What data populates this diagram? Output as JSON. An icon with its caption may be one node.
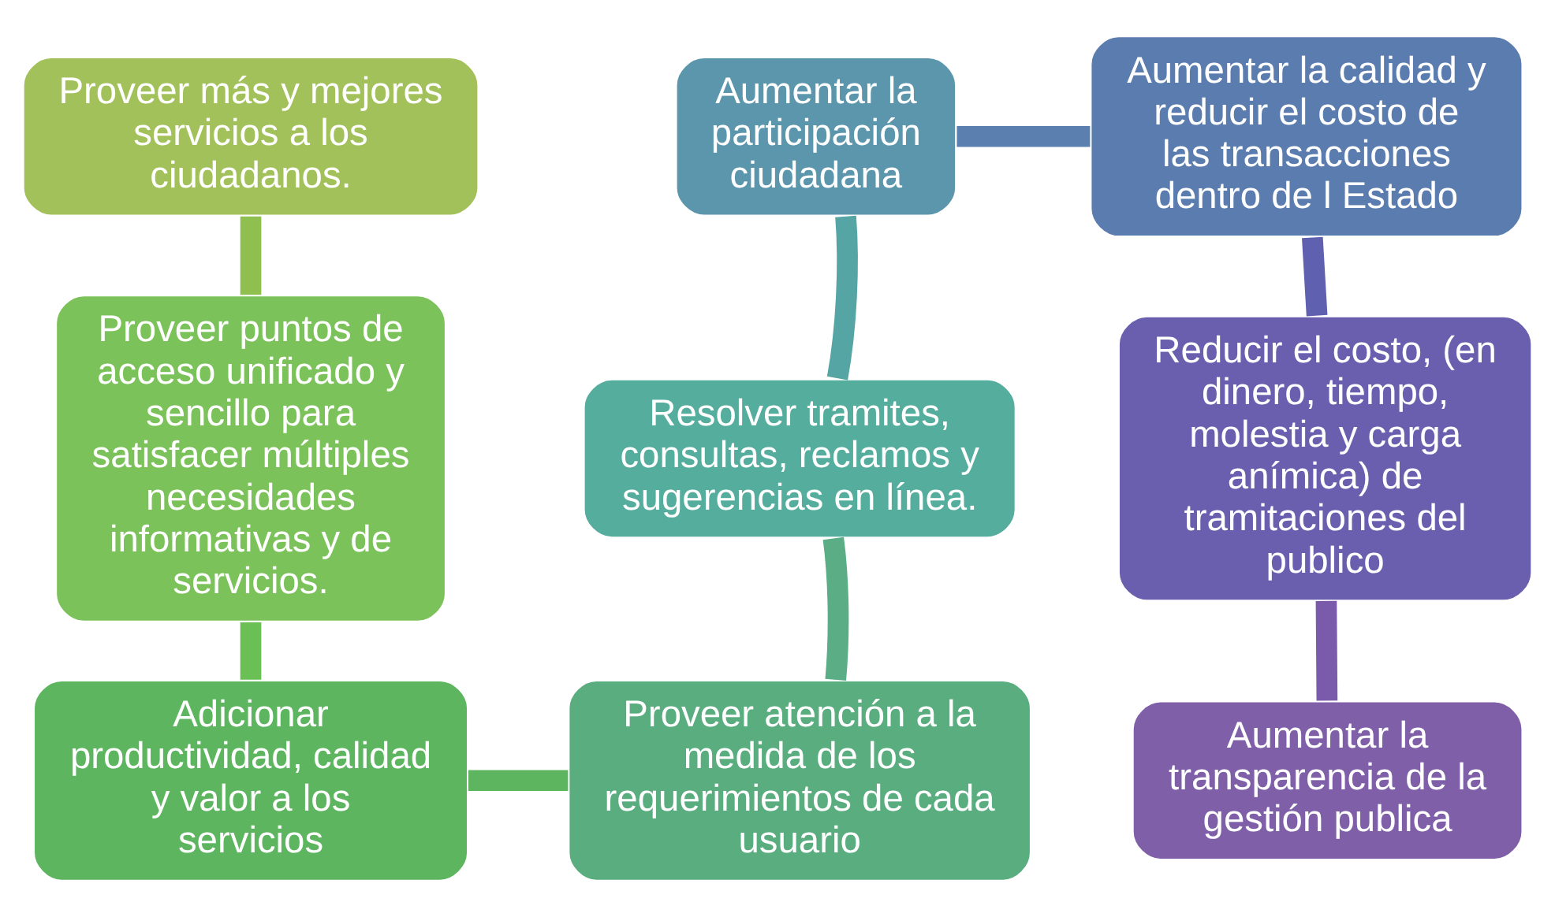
{
  "diagram": {
    "nodes": [
      {
        "text": [
          "Proveer más y mejores servicios a los ciudadanos."
        ]
      },
      {
        "text": [
          "Proveer puntos de acceso unificado y sencillo para satisfacer múltiples necesidades informativas y de servicios."
        ]
      },
      {
        "text": [
          "Adicionar productividad, calidad y valor a los servicios"
        ]
      },
      {
        "text": [
          "Proveer atención a la medida de los requerimientos de cada usuario"
        ]
      },
      {
        "text": [
          "Resolver tramites, consultas, reclamos y sugerencias en línea."
        ]
      },
      {
        "text": [
          "Aumentar la participación ciudadana"
        ]
      },
      {
        "text": [
          "Aumentar la calidad y reducir el costo de las transacciones dentro de l Estado"
        ]
      },
      {
        "text": [
          "Reducir el costo, (en dinero, tiempo, molestia y carga anímica) de tramitaciones del publico"
        ]
      },
      {
        "text": [
          "Aumentar la transparencia de la gestión publica"
        ]
      }
    ],
    "edges": [
      {
        "from": 0,
        "to": 1,
        "arrow": "none",
        "color": "#8fbf4f"
      },
      {
        "from": 1,
        "to": 2,
        "arrow": "none",
        "color": "#6abf55"
      },
      {
        "from": 2,
        "to": 3,
        "arrow": "none",
        "color": "#5db55f"
      },
      {
        "from": 3,
        "to": 4,
        "arrow": "none",
        "color": "#5aad85"
      },
      {
        "from": 4,
        "to": 5,
        "arrow": "none",
        "color": "#55a5a5"
      },
      {
        "from": 5,
        "to": 6,
        "arrow": "none",
        "color": "#5b7fae"
      },
      {
        "from": 6,
        "to": 7,
        "arrow": "none",
        "color": "#6060b0"
      },
      {
        "from": 7,
        "to": 8,
        "arrow": "none",
        "color": "#7a5aaa"
      }
    ]
  }
}
